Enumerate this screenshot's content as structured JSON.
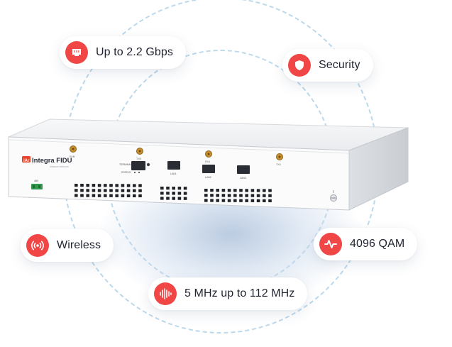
{
  "features": {
    "speed": {
      "label": "Up to 2.2 Gbps",
      "icon": "ethernet-port-icon"
    },
    "security": {
      "label": "Security",
      "icon": "shield-icon"
    },
    "wireless": {
      "label": "Wireless",
      "icon": "wireless-broadcast-icon"
    },
    "qam": {
      "label": "4096 QAM",
      "icon": "pulse-wave-icon"
    },
    "bandwidth": {
      "label": "5 MHz up to 112 MHz",
      "icon": "sound-bars-icon"
    }
  },
  "device": {
    "brand_badge": "iAr",
    "brand_name": "Integra FIDU",
    "brand_sub": "intracom telecom",
    "ports": {
      "rxb": "RXB",
      "txb": "TXB",
      "terminal": "TERMINAL",
      "status": "STATUS",
      "lan1": "LAN1",
      "lan2": "LAN2",
      "lan3": "LAN3",
      "rxa": "RXA",
      "txa": "TXA",
      "power": "48V"
    }
  },
  "colors": {
    "accent": "#f04646",
    "circle": "#bcd9ec",
    "text": "#1f2330"
  }
}
